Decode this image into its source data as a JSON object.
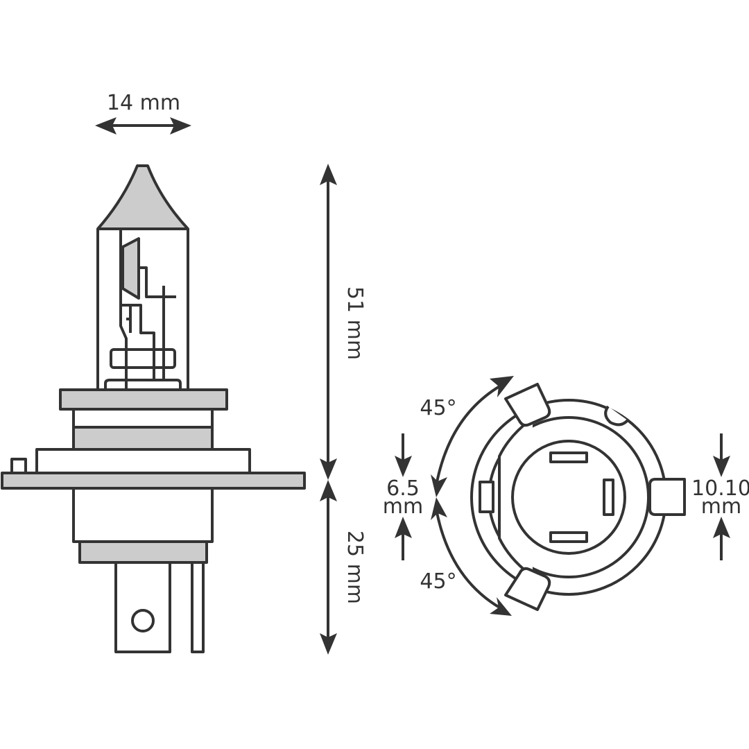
{
  "dimensions": {
    "width": "14 mm",
    "height_upper": "51 mm",
    "height_lower": "25 mm",
    "angle_top": "45°",
    "angle_bottom": "45°",
    "offset_left_value": "6.5",
    "offset_left_unit": "mm",
    "offset_right_value": "10.10",
    "offset_right_unit": "mm"
  },
  "colors": {
    "line": "#333333",
    "fill": "#cccccc",
    "background": "#ffffff"
  }
}
